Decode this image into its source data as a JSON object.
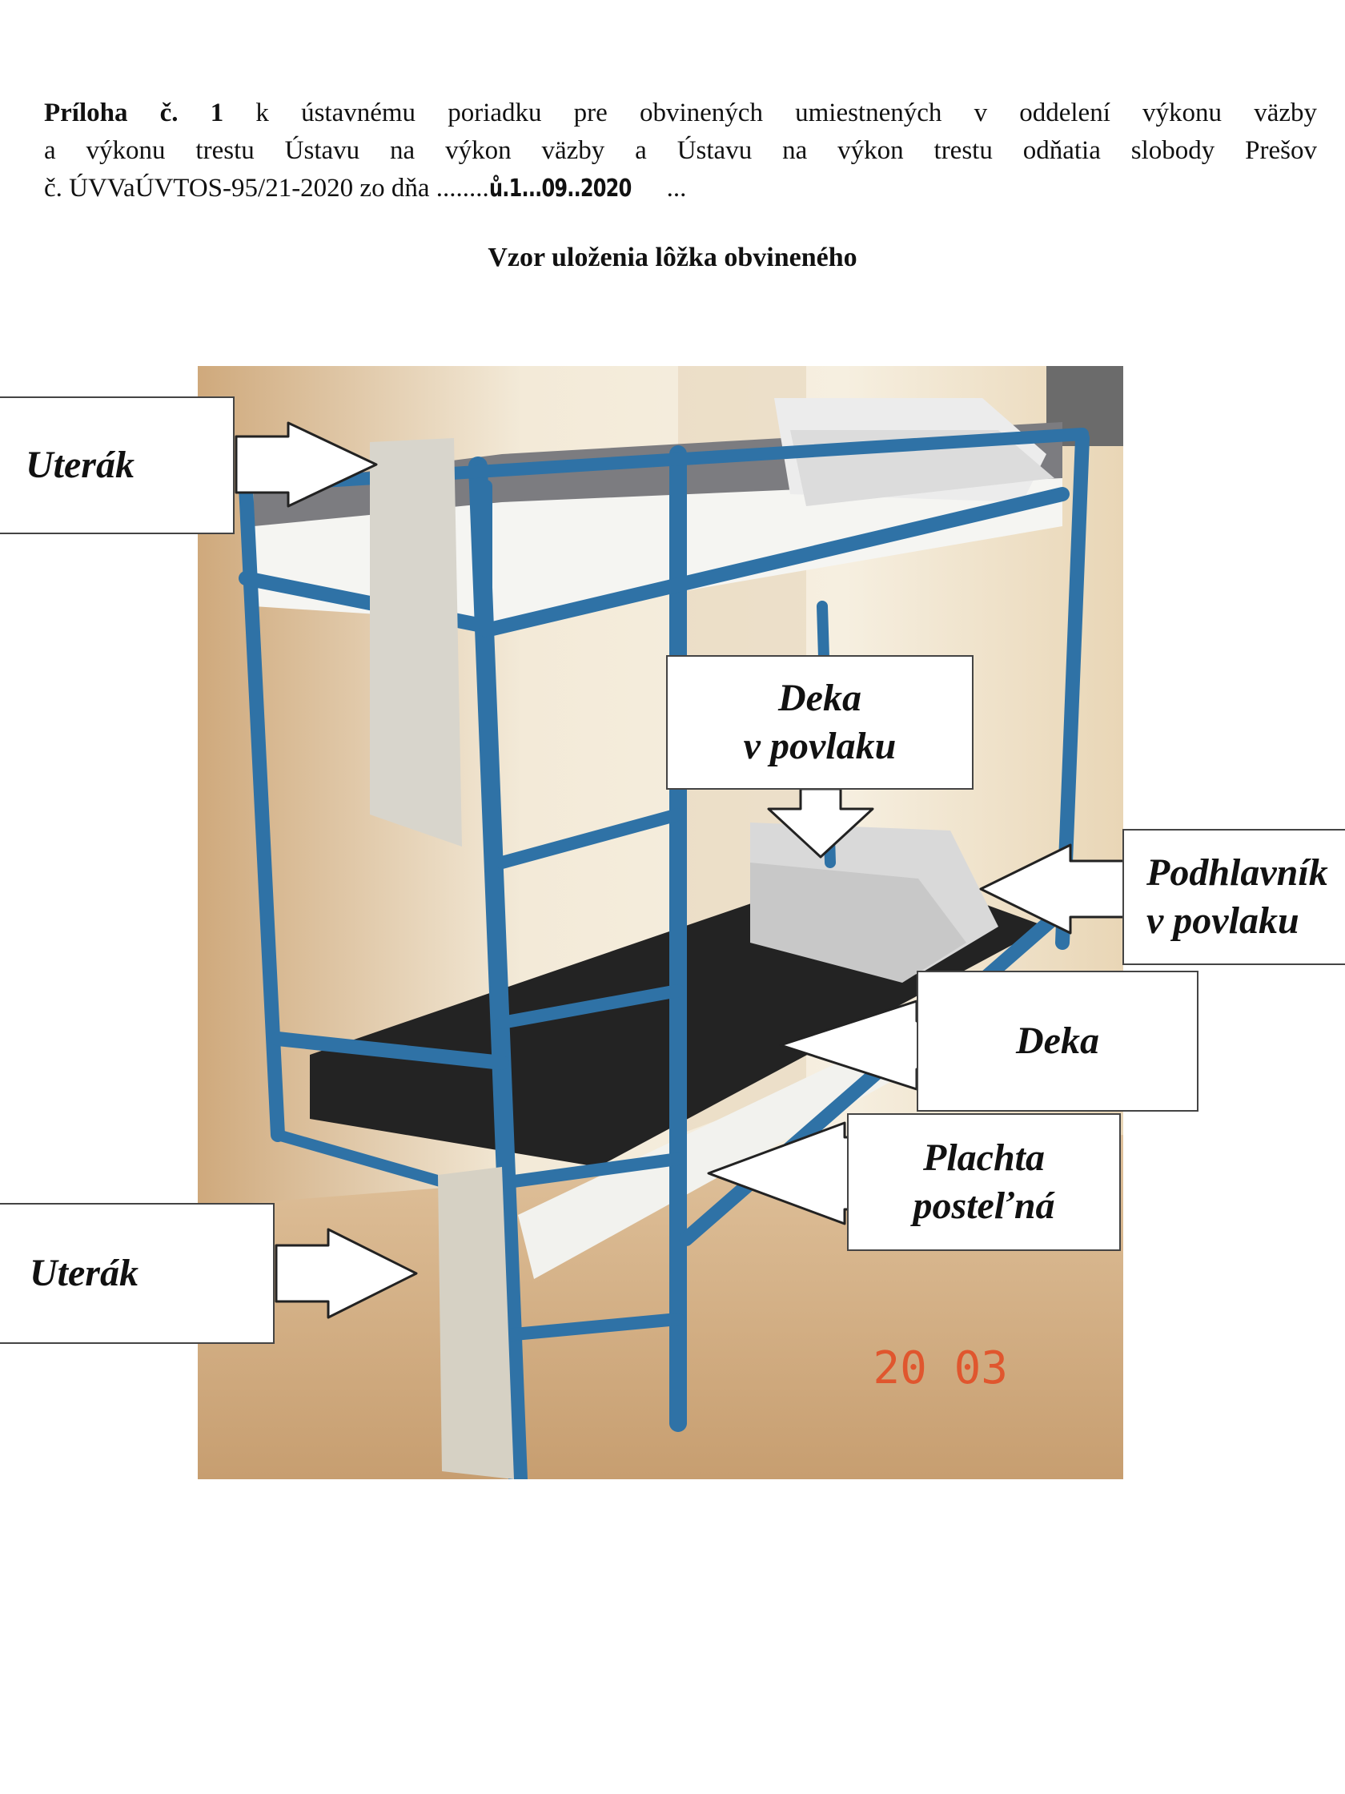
{
  "header": {
    "line1_bold": "Príloha č. 1",
    "line1_rest": " k ústavnému poriadku pre obvinených umiestnených v oddelení výkonu väzby",
    "line2": "a výkonu trestu Ústavu na výkon väzby a Ústavu na výkon trestu odňatia slobody Prešov",
    "line3": "č. ÚVVaÚVTOS-95/21-2020 zo dňa ........",
    "handwritten_date": "ů.1...09..2020",
    "line3_end": "..."
  },
  "title": "Vzor uloženia lôžka obvineného",
  "photo": {
    "date_stamp": "20 03",
    "colors": {
      "wall": "#efe4cf",
      "floor": "#d4b48c",
      "frame": "#2f72a6",
      "dark_blanket": "#232323",
      "sheet": "#f2f2ee",
      "stamp": "#e0562e"
    }
  },
  "labels": {
    "towel_top": "Uterák",
    "blanket_cover_l1": "Deka",
    "blanket_cover_l2": "v povlaku",
    "pillow_l1": "Podhlavník",
    "pillow_l2": "v povlaku",
    "blanket": "Deka",
    "sheet_l1": "Plachta",
    "sheet_l2": "posteľná",
    "towel_bottom": "Uterák"
  }
}
